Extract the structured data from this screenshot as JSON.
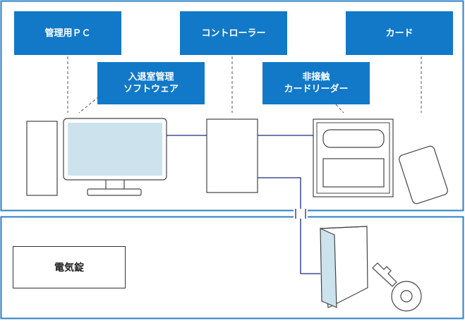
{
  "labels": {
    "admin_pc": "管理用ＰＣ",
    "controller": "コントローラー",
    "card": "カード",
    "software": "入退室管理\nソフトウェア",
    "reader": "非接触\nカードリーダー",
    "lock": "電気錠"
  },
  "colors": {
    "accent": "#1279c8",
    "frame": "#2b7fc4",
    "monitor_screen": "#cce3ee",
    "line": "#1a2a80",
    "outline": "#444444"
  }
}
